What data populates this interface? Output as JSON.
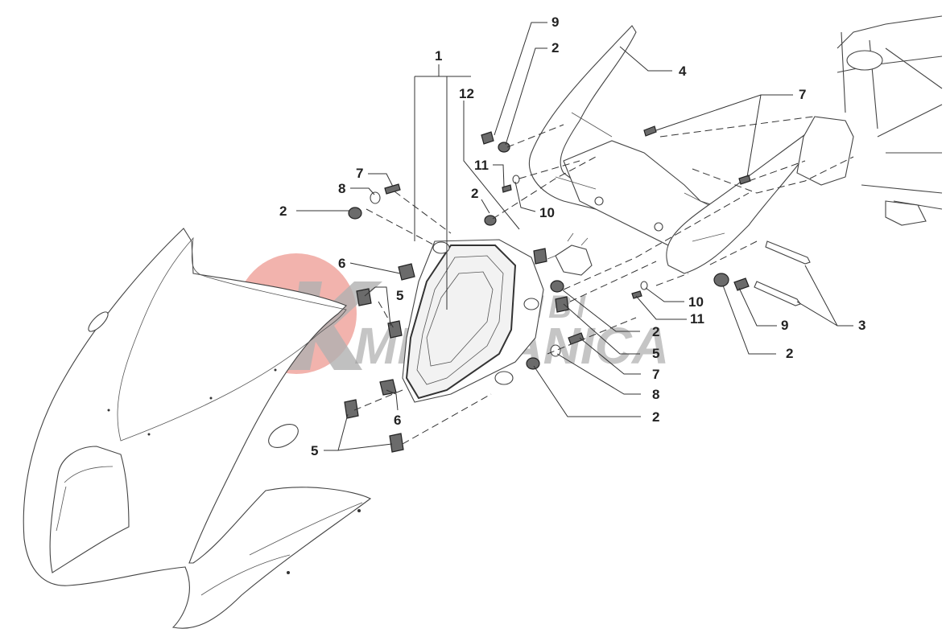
{
  "watermark": {
    "line1": "RICAMBI",
    "line2": "MECCANICA",
    "brand_color": "#e04a3f"
  },
  "labels": {
    "l1": "1",
    "l12": "12",
    "l9_top": "9",
    "l2_top": "2",
    "l4": "4",
    "l7_right": "7",
    "l11_top": "11",
    "l2_mid": "2",
    "l10_top": "10",
    "l7_left": "7",
    "l8_left": "8",
    "l2_left": "2",
    "l6_top": "6",
    "l5_top": "5",
    "l6_bot": "6",
    "l5_bot": "5",
    "l10_right": "10",
    "l11_right": "11",
    "l9_right": "9",
    "l3": "3",
    "l2_r1": "2",
    "l5_r": "5",
    "l7_r": "7",
    "l8_r": "8",
    "l2_r2": "2",
    "l2_rf": "2"
  }
}
